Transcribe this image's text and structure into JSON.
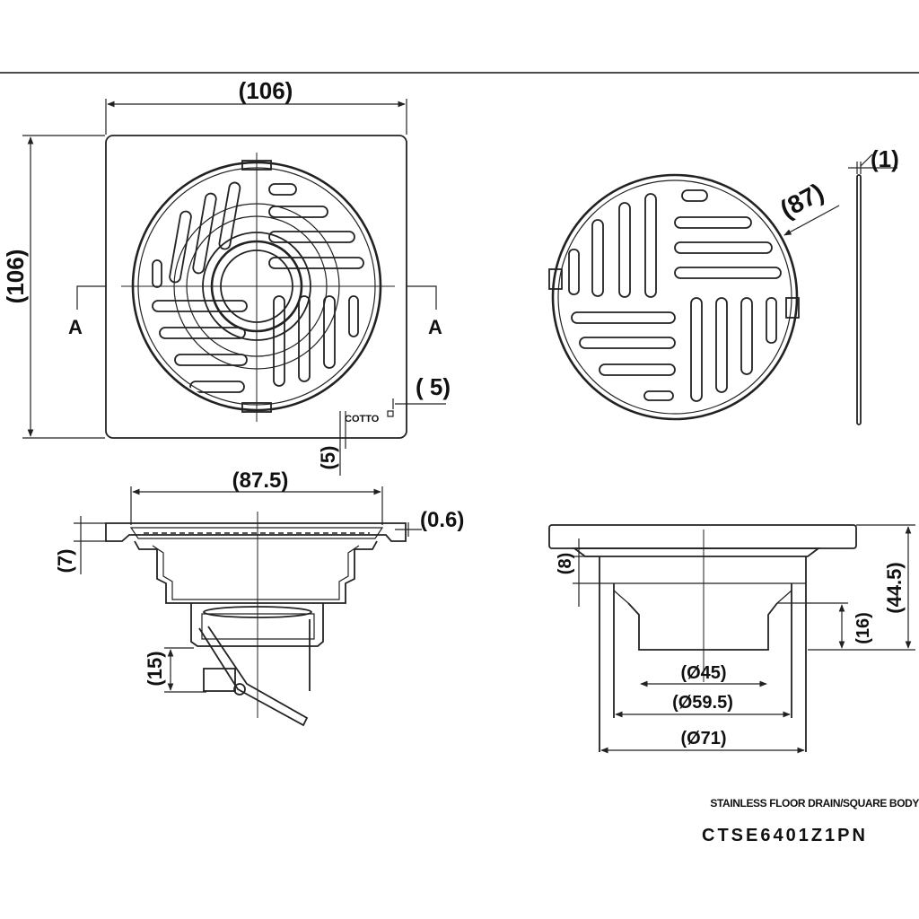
{
  "drawing": {
    "top_view": {
      "width_label": "(106)",
      "height_label": "(106)",
      "section_left": "A",
      "section_right": "A",
      "logo_offset_label": "( 5)",
      "logo_bottom_label": "(5)",
      "brand_logo": "COTTO"
    },
    "grate_view": {
      "diameter_label": "(87)",
      "thickness_label": "(1)"
    },
    "section_view": {
      "top_width_label": "(87.5)",
      "plate_thickness_label": "(0.6)",
      "flange_height_label": "(7)",
      "trap_height_label": "(15)"
    },
    "side_view": {
      "collar_label": "(8)",
      "total_height_label": "(44.5)",
      "outlet_height_label": "(16)",
      "d1_label": "(Ø45)",
      "d2_label": "(Ø59.5)",
      "d3_label": "(Ø71)"
    }
  },
  "title_block": {
    "description": "STAINLESS FLOOR DRAIN/SQUARE BODY",
    "model": "CTSE6401Z1PN"
  }
}
